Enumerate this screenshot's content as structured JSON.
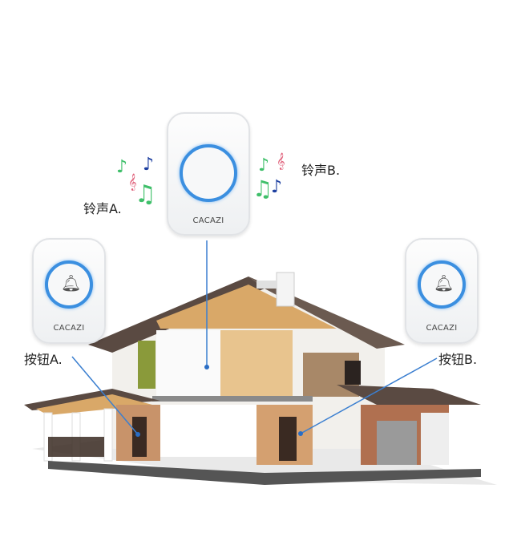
{
  "receiver": {
    "brand": "CACAZI",
    "label_left": "铃声A.",
    "label_right": "铃声B."
  },
  "button_a": {
    "brand": "CACAZI",
    "label": "按钮A."
  },
  "button_b": {
    "brand": "CACAZI",
    "label": "按钮B."
  },
  "colors": {
    "ring": "#3b8fe0",
    "line": "#3b7fd0",
    "note_green": "#3fbf6a",
    "note_blue": "#1d3fa0",
    "note_pink": "#e0607a"
  }
}
